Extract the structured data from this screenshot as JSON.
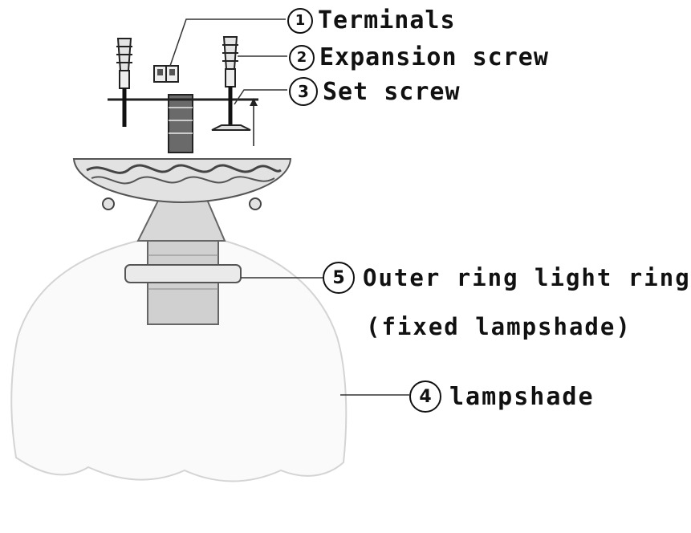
{
  "callouts": [
    {
      "number": "1",
      "text": "Terminals"
    },
    {
      "number": "2",
      "text": "Expansion screw"
    },
    {
      "number": "3",
      "text": "Set screw"
    },
    {
      "number": "5",
      "text": "Outer ring light ring",
      "subtext": "(fixed lampshade)"
    },
    {
      "number": "4",
      "text": "lampshade"
    }
  ]
}
